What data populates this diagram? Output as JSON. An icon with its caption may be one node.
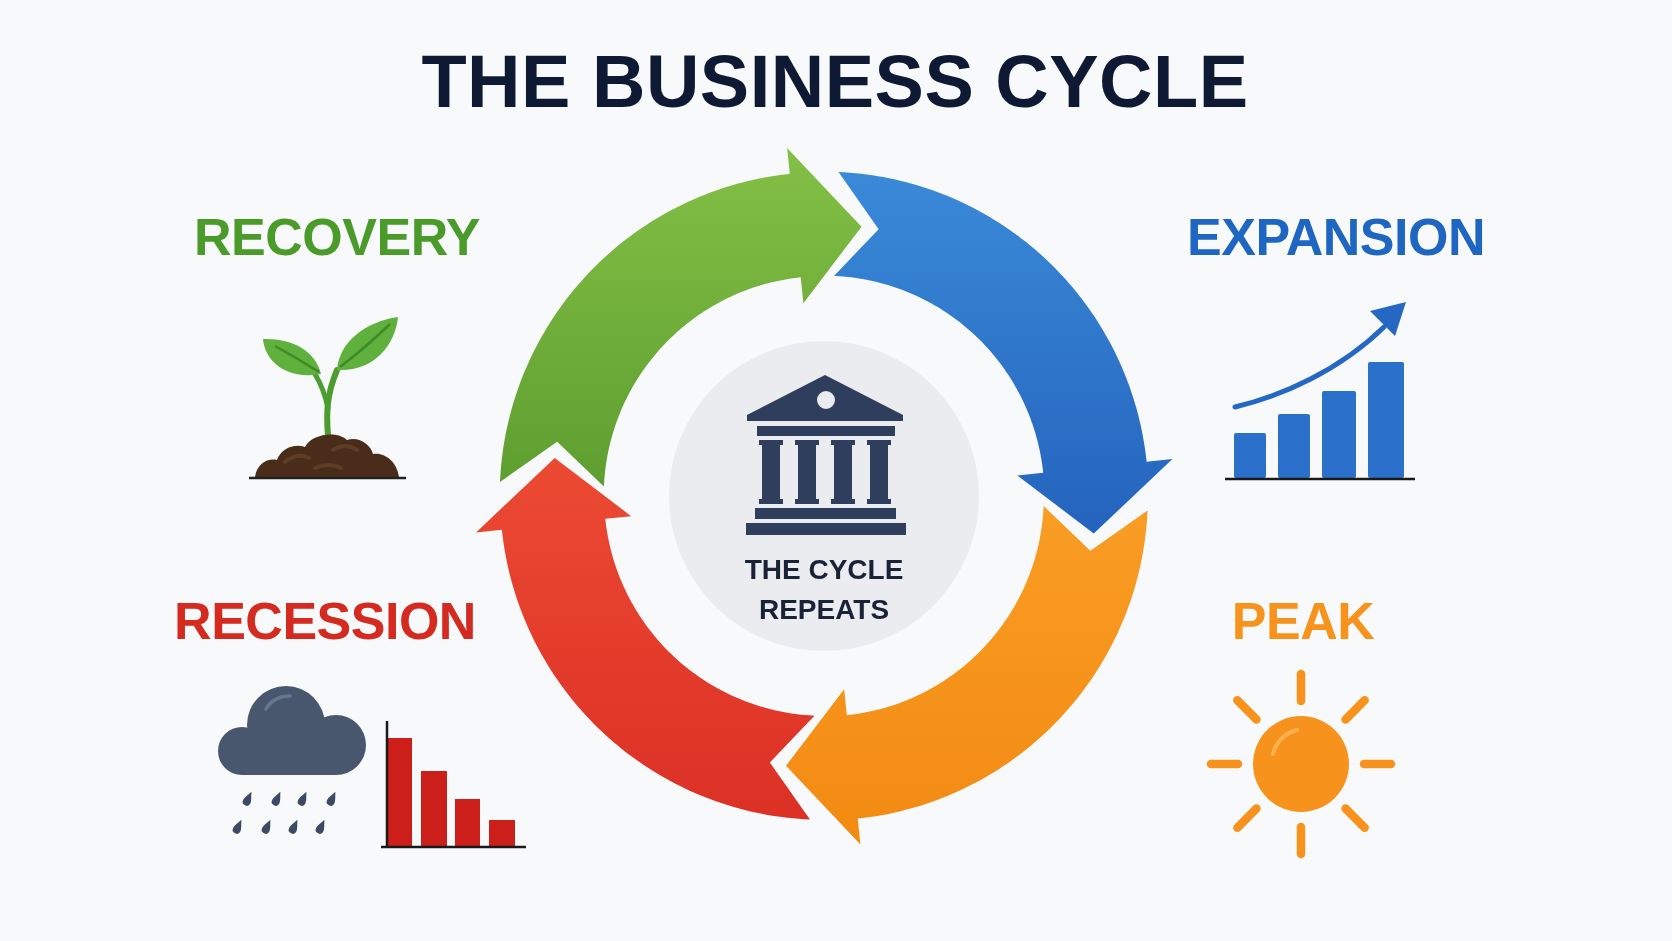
{
  "diagram": {
    "title": "THE BUSINESS CYCLE",
    "nodes": [
      {
        "text": [
          "THE CYCLE REPEATS"
        ]
      }
    ],
    "labels": [
      "RECOVERY",
      "EXPANSION",
      "RECESSION",
      "PEAK"
    ]
  }
}
